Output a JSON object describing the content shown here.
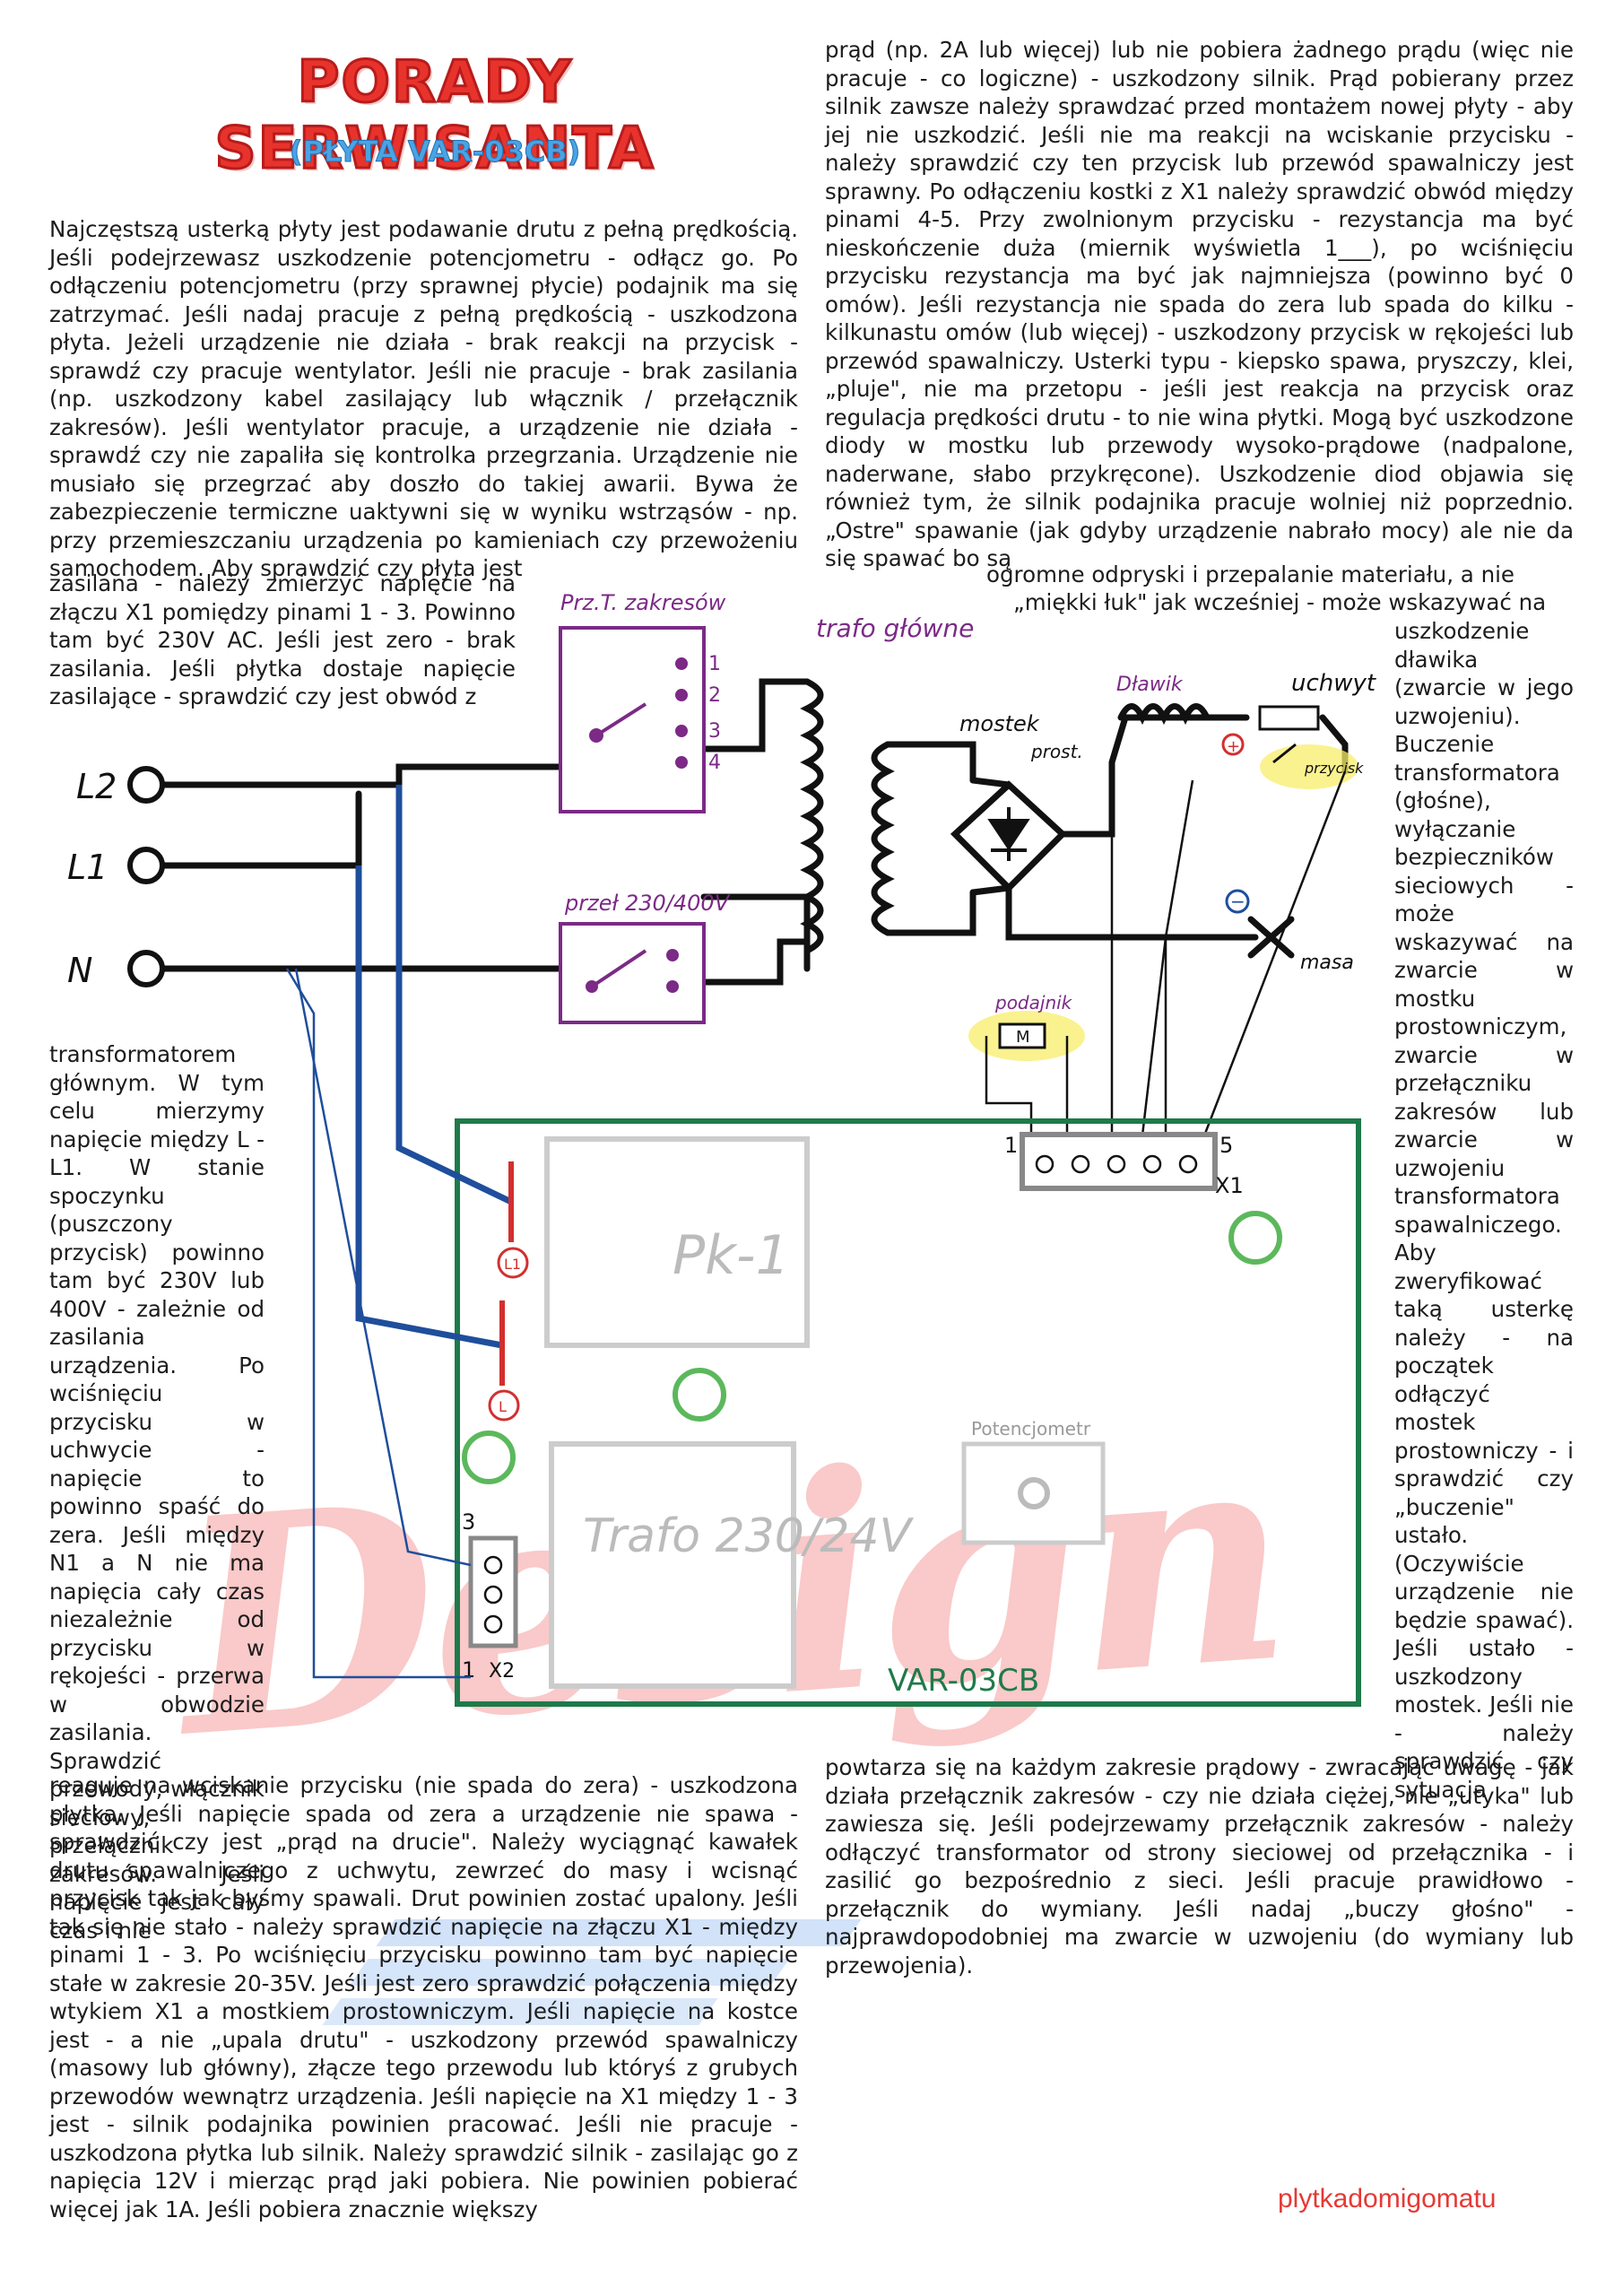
{
  "header": {
    "title": "PORADY SERWISANTA",
    "subtitle": "(PŁYTA VAR-03CB)"
  },
  "watermark": "Design",
  "brand": "plytkadomigomatu",
  "text": {
    "left_top": "Najczęstszą usterką płyty jest podawanie drutu z pełną prędkością. Jeśli podejrzewasz uszkodzenie potencjometru - odłącz go. Po odłączeniu potencjometru (przy sprawnej płycie) podajnik ma się zatrzymać. Jeśli nadaj pracuje z pełną prędkością - uszkodzona płyta. Jeżeli urządzenie nie działa - brak reakcji na przycisk - sprawdź czy pracuje wentylator. Jeśli nie pracuje - brak zasilania (np. uszkodzony kabel zasilający lub włącznik / przełącznik zakresów). Jeśli wentylator pracuje, a urządzenie nie działa - sprawdź czy nie zapaliła się kontrolka przegrzania. Urządzenie nie musiało się przegrzać aby doszło do takiej awarii. Bywa że zabezpieczenie termiczne uaktywni się w wyniku wstrząsów - np. przy przemieszczaniu urządzenia po kamieniach czy przewożeniu samochodem. Aby sprawdzić czy płyta jest",
    "left_narrow": "zasilana - należy zmierzyć napięcie na złączu X1 pomiędzy pinami 1 - 3. Powinno tam być 230V AC. Jeśli jest zero - brak zasilania. Jeśli płytka dostaje napięcie zasilające - sprawdzić czy jest obwód z",
    "left_column": "transformatorem głównym. W tym celu mierzymy napięcie między L - L1. W stanie spoczynku (puszczony przycisk) powinno tam być 230V lub 400V - zależnie od zasilania urządzenia. Po wciśnięciu przycisku w uchwycie - napięcie to powinno spaść do zera. Jeśli między N1 a N nie ma napięcia cały czas niezależnie od przycisku w rękojeści - przerwa w obwodzie zasilania. Sprawdzić przewody, włącznik sieciowy, przełącznik zakresów. Jeśli napięcie jest cały czas i nie",
    "left_bottom": "reaguje na wciskanie przycisku (nie spada do zera) - uszkodzona płytka. Jeśli napięcie spada od zera a urządzenie nie spawa - sprawdzić czy jest „prąd na drucie\". Należy wyciągnąć kawałek drutu spawalniczego z uchwytu, zewrzeć do masy i wcisnąć przycisk tak jak byśmy spawali. Drut powinien zostać upalony. Jeśli tak się nie stało - należy sprawdzić napięcie na złączu X1 - między pinami 1 - 3. Po wciśnięciu przycisku powinno tam być napięcie stałe w zakresie 20-35V. Jeśli jest zero sprawdzić połączenia między wtykiem X1 a mostkiem prostowniczym. Jeśli napięcie na kostce jest - a nie „upala drutu\" - uszkodzony przewód spawalniczy (masowy lub główny), złącze tego przewodu lub któryś z grubych przewodów wewnątrz urządzenia. Jeśli napięcie na X1 między 1 - 3 jest - silnik podajnika powinien pracować. Jeśli nie pracuje - uszkodzona płytka lub silnik. Należy sprawdzić silnik - zasilając go z napięcia 12V i mierząc prąd jaki pobiera. Nie powinien pobierać więcej jak 1A. Jeśli pobiera znacznie większy",
    "right_top": "prąd (np. 2A lub więcej) lub nie pobiera żadnego prądu (więc nie pracuje - co logiczne) - uszkodzony silnik. Prąd pobierany przez silnik zawsze należy sprawdzać przed montażem nowej płyty - aby jej nie uszkodzić. Jeśli nie ma reakcji na wciskanie przycisku - należy sprawdzić czy ten przycisk lub przewód spawalniczy jest sprawny. Po odłączeniu kostki z X1 należy sprawdzić obwód między pinami 4-5. Przy zwolnionym przycisku - rezystancja ma być nieskończenie duża (miernik wyświetla 1___), po wciśnięciu przycisku rezystancja ma być jak najmniejsza (powinno być 0 omów). Jeśli rezystancja nie spada do zera lub spada do kilku - kilkunastu omów (lub więcej) - uszkodzony przycisk w rękojeści lub przewód spawalniczy. Usterki typu - kiepsko spawa, pryszczy, klei, „pluje\", nie ma przetopu - jeśli jest reakcja na przycisk oraz regulacja prędkości drutu - to nie wina płytki. Mogą być uszkodzone diody w mostku lub przewody wysoko-prądowe (nadpalone, naderwane, słabo przykręcone). Uszkodzenie diod objawia się również tym, że silnik podajnika pracuje wolniej niż poprzednio. „Ostre\" spawanie (jak gdyby urządzenie nabrało mocy) ale nie da się spawać bo są",
    "right_shift1": "ogromne odpryski i przepalanie materiału, a nie",
    "right_shift2": "„miękki łuk\" jak wcześniej - może wskazywać na",
    "right_column": "uszkodzenie dławika (zwarcie w jego uzwojeniu). Buczenie transformatora (głośne), wyłączanie bezpieczników sieciowych - może wskazywać na zwarcie w mostku prostowniczym, zwarcie w przełączniku zakresów lub zwarcie w uzwojeniu transformatora spawalniczego. Aby zweryfikować taką usterkę należy - na początek odłączyć mostek prostowniczy - i sprawdzić czy „buczenie\" ustało. (Oczywiście urządzenie nie będzie spawać). Jeśli ustało - uszkodzony mostek. Jeśli nie - należy sprawdzić czy sytuacja",
    "right_bottom": "powtarza się na każdym zakresie prądowy - zwracając uwagę - jak działa przełącznik zakresów - czy nie działa ciężej, nie „utyka\" lub zawiesza się. Jeśli podejrzewamy przełącznik zakresów - należy odłączyć transformator od strony sieciowej od przełącznika - i zasilić go bezpośrednio z sieci. Jeśli pracuje prawidłowo - przełącznik do wymiany. Jeśli nadaj „buczy głośno\" - najprawdopodobniej ma zwarcie w uzwojeniu (do wymiany lub przewojenia)."
  },
  "diagram": {
    "inputs": [
      "L2",
      "L1",
      "N"
    ],
    "switch_zakres_label": "Prz.T. zakresów",
    "switch_zakres_pins": [
      "1",
      "2",
      "3",
      "4"
    ],
    "switch_230_label": "przeł 230/400V",
    "trafo_label": "trafo główne",
    "mostek_label": "mostek",
    "mostek_sub": "prost.",
    "dlawik_label": "Dławik",
    "uchwyt_label": "uchwyt",
    "przycisk_label": "przycisk",
    "plus_sign": "+",
    "minus_sign": "−",
    "masa_label": "masa",
    "podajnik_label": "podajnik",
    "motor_symbol": "M",
    "x1_pin_first": "1",
    "x1_pin_last": "5",
    "x1_label": "X1",
    "pk_label": "Pk-1",
    "l1_marker": "L1",
    "l_marker": "L",
    "trafo_small_label": "Trafo 230/24V",
    "x2_pin_first": "3",
    "x2_pin_last": "1",
    "x2_label": "X2",
    "board_label": "VAR-03CB",
    "potencjometr_label": "Potencjometr",
    "colors": {
      "title_red": "#e8332c",
      "subtitle_blue": "#4aa3e3",
      "board_green": "#1f7a4a",
      "wire_blue": "#1f4e9c",
      "wire_red": "#d32f2f",
      "purple": "#7b2a86",
      "highlight": "#f8ee6a"
    }
  }
}
